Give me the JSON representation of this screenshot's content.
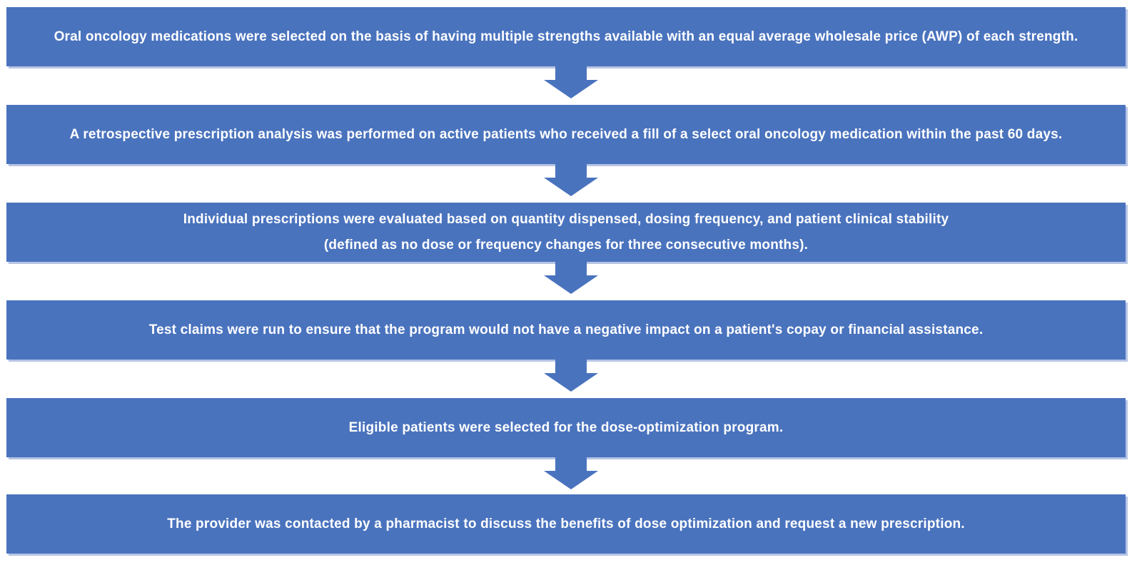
{
  "diagram": {
    "type": "flowchart",
    "orientation": "vertical",
    "colors": {
      "accent": "#4A73BE",
      "text": "#FFFFFF",
      "background": "#FFFFFF",
      "edge_highlight": "#B6C4E4"
    },
    "connector": {
      "icon": "down-arrow",
      "count": 5
    },
    "steps": [
      {
        "lines": [
          "Oral oncology medications were selected on the basis of having multiple strengths available with an equal average wholesale price (AWP) of each strength."
        ]
      },
      {
        "lines": [
          "A retrospective prescription analysis was performed on active patients who received a fill of a select oral oncology medication within the past 60 days."
        ]
      },
      {
        "lines": [
          "Individual prescriptions were evaluated based on quantity dispensed, dosing frequency, and patient clinical stability",
          "(defined as no dose or frequency changes for three consecutive months)."
        ]
      },
      {
        "lines": [
          "Test claims were run to ensure that the program would not have a negative impact on a patient's copay or financial assistance."
        ]
      },
      {
        "lines": [
          "Eligible patients were selected for the dose-optimization program."
        ]
      },
      {
        "lines": [
          "The provider was contacted by a pharmacist to discuss the benefits of dose optimization and request a new prescription."
        ]
      }
    ]
  }
}
